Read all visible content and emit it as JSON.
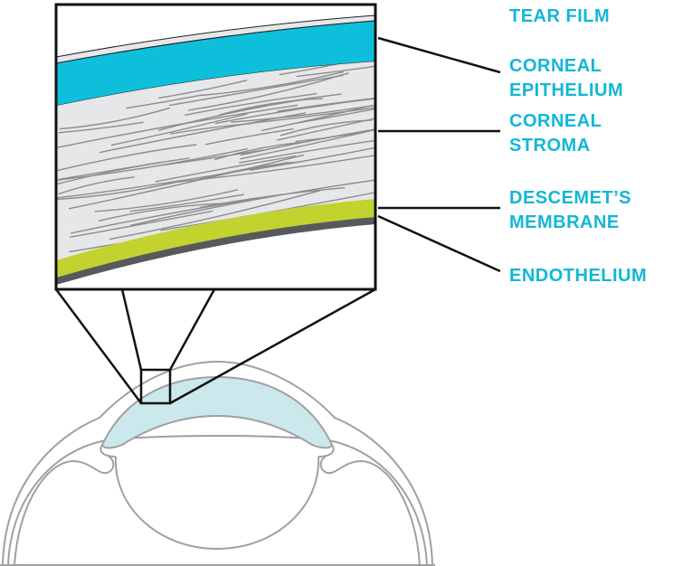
{
  "labels": {
    "tear_film": "TEAR FILM",
    "corneal_epithelium": [
      "CORNEAL",
      "EPITHELIUM"
    ],
    "corneal_stroma": [
      "CORNEAL",
      "STROMA"
    ],
    "descemets_membrane": [
      "DESCEMET’S",
      "MEMBRANE"
    ],
    "endothelium": "ENDOTHELIUM"
  },
  "colors": {
    "label": "#12b6d8",
    "epithelium": "#0ebfdb",
    "stroma": "#e6e7e8",
    "descemet": "#c2d22e",
    "endothelium": "#58595b",
    "cornea_fill": "#cbe8ec",
    "outline": "#a0a0a0"
  }
}
